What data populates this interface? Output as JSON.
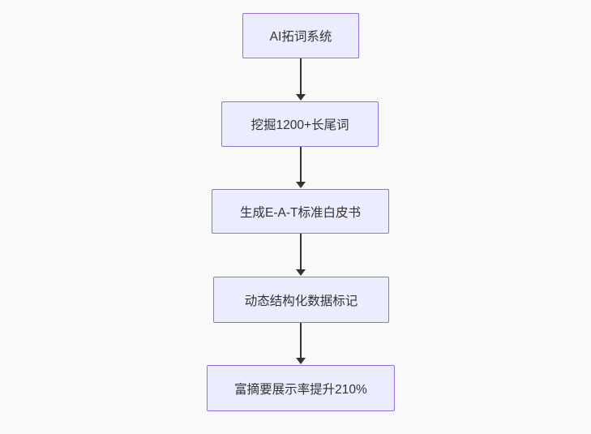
{
  "diagram": {
    "type": "flowchart",
    "direction": "top-down",
    "colors": {
      "background": "#f9f9f9",
      "node_fill": "#ececff",
      "node_border": "#9370db",
      "edge": "#333333",
      "text": "#333333"
    },
    "nodes": [
      {
        "label": "AI拓词系统"
      },
      {
        "label": "挖掘1200+长尾词"
      },
      {
        "label": "生成E-A-T标准白皮书"
      },
      {
        "label": "动态结构化数据标记"
      },
      {
        "label": "富摘要展示率提升210%"
      }
    ],
    "edges": [
      {
        "from": 0,
        "to": 1
      },
      {
        "from": 1,
        "to": 2
      },
      {
        "from": 2,
        "to": 3
      },
      {
        "from": 3,
        "to": 4
      }
    ]
  }
}
